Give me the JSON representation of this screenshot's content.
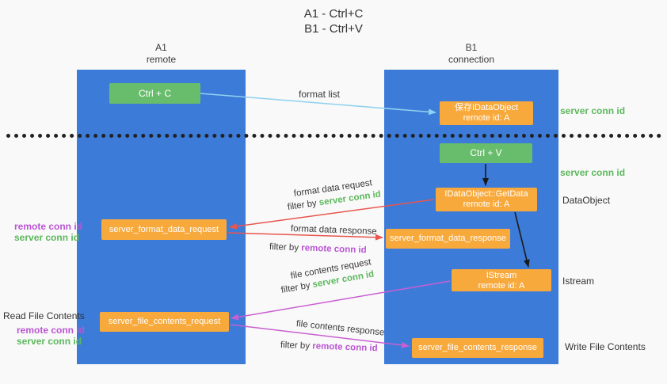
{
  "title": {
    "line1": "A1 - Ctrl+C",
    "line2": "B1 - Ctrl+V"
  },
  "lanes": {
    "a": {
      "name": "A1",
      "subtitle": "remote"
    },
    "b": {
      "name": "B1",
      "subtitle": "connection"
    }
  },
  "nodes": {
    "ctrl_c": {
      "label": "Ctrl + C"
    },
    "ctrl_v": {
      "label": "Ctrl + V"
    },
    "save_object": {
      "line1": "保存IDataObject",
      "line2": "remote id: A"
    },
    "get_data": {
      "line1": "IDataObject::GetData",
      "line2": "remote id: A"
    },
    "istream": {
      "line1": "IStream",
      "line2": "remote id: A"
    },
    "format_request": {
      "label": "server_format_data_request"
    },
    "format_response": {
      "label": "server_format_data_response"
    },
    "file_request": {
      "label": "server_file_contents_request"
    },
    "file_response": {
      "label": "server_file_contents_response"
    }
  },
  "side_labels": {
    "server_conn_id_top": "server conn id",
    "server_conn_id_mid": "server conn id",
    "data_object": "DataObject",
    "istream": "Istream",
    "write_file_contents": "Write File Contents",
    "read_file_contents": "Read File Contents"
  },
  "left_labels": {
    "format": {
      "remote": "remote conn id",
      "server": "server conn id"
    },
    "file": {
      "remote": "remote conn id",
      "server": "server conn id"
    }
  },
  "arrow_labels": {
    "format_list": "format list",
    "format_data_request": "format data request",
    "format_data_response": "format data response",
    "file_contents_request": "file contents request",
    "file_contents_response": "file contents response",
    "filter_prefix": "filter by ",
    "server_conn_id": "server conn id",
    "remote_conn_id": "remote conn id"
  },
  "colors": {
    "lane_blue": "#3d7bd9",
    "box_green": "#68bd6c",
    "box_orange": "#f8a93c",
    "arrow_red": "#e8564e",
    "arrow_magenta": "#c95fd1",
    "arrow_blue": "#90d1ef",
    "arrow_black": "#1a1a1a",
    "text_green": "#5cb85c",
    "text_purple": "#ba55d3"
  }
}
